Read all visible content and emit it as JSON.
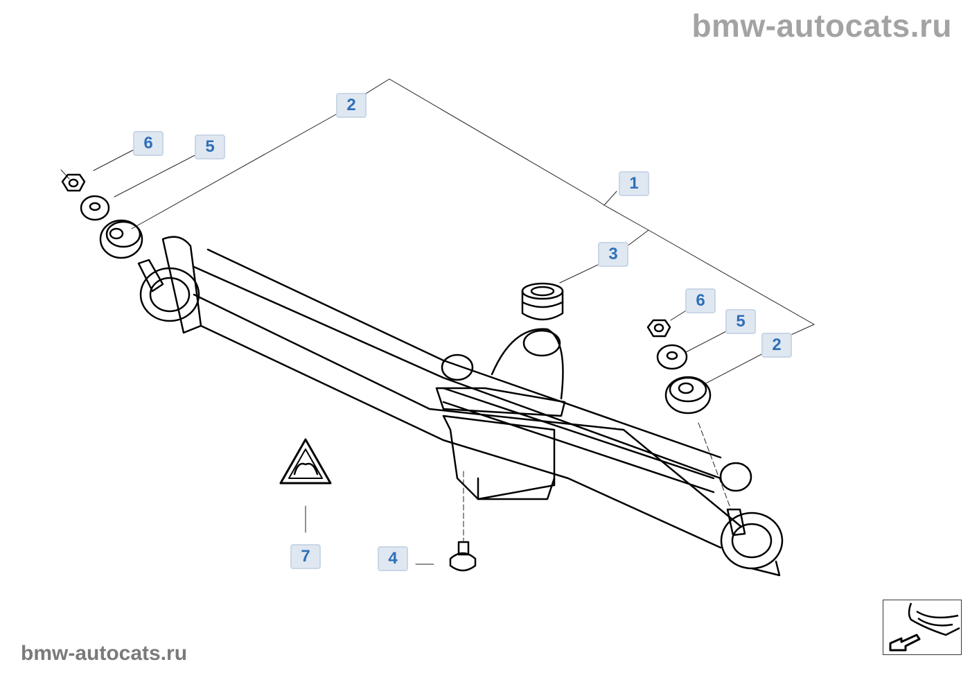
{
  "watermark_top": "bmw-autocats.ru",
  "watermark_bottom": "bmw-autocats.ru",
  "callouts": [
    "2",
    "6",
    "5",
    "1",
    "3",
    "6",
    "5",
    "2",
    "7",
    "4"
  ],
  "colors": {
    "callout_bg": "#dfe7f1",
    "callout_text": "#2f6fb8",
    "watermark": "#a3a3a3"
  }
}
